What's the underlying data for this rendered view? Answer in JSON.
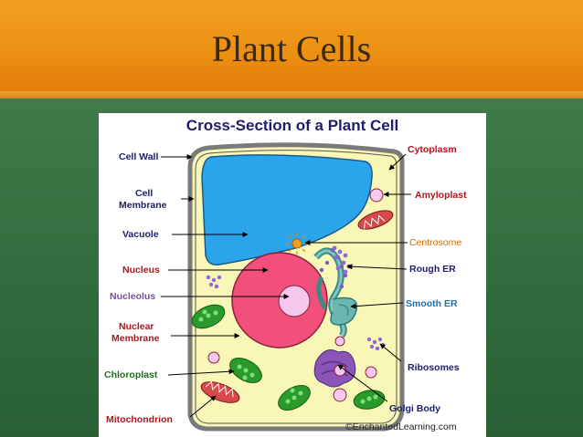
{
  "slide": {
    "title": "Plant Cells"
  },
  "figure": {
    "title": "Cross-Section of a Plant Cell",
    "copyright": "©EnchantedLearning.com"
  },
  "labels": {
    "cell_wall": "Cell Wall",
    "cell_membrane_1": "Cell",
    "cell_membrane_2": "Membrane",
    "vacuole": "Vacuole",
    "nucleus": "Nucleus",
    "nucleolus": "Nucleolus",
    "nuclear_membrane_1": "Nuclear",
    "nuclear_membrane_2": "Membrane",
    "chloroplast": "Chloroplast",
    "mitochondrion": "Mitochondrion",
    "cytoplasm": "Cytoplasm",
    "amyloplast": "Amyloplast",
    "centrosome": "Centrosome",
    "rough_er": "Rough ER",
    "smooth_er": "Smooth ER",
    "ribosomes": "Ribosomes",
    "golgi_body": "Golgi Body"
  },
  "colors": {
    "header_orange": "#ec8f12",
    "body_green": "#2f6a3c",
    "title_navy": "#1d1d6e",
    "label_navy": "#1d1d6e",
    "label_red": "#b0141a",
    "label_green": "#1f6e1f",
    "label_orange": "#d06a00",
    "label_blue": "#1a6fb0",
    "label_purple": "#7a4fa0",
    "cytoplasm_fill": "#f8f7b8",
    "vacuole_fill": "#2aa5ec",
    "nucleus_fill": "#f0507a",
    "nucleolus_fill": "#f7c8ee",
    "er_fill": "#6cb6b0",
    "golgi_fill": "#8b55b8",
    "chloroplast_fill": "#2a9a2a",
    "mitochondrion_fill": "#d84a4a"
  }
}
